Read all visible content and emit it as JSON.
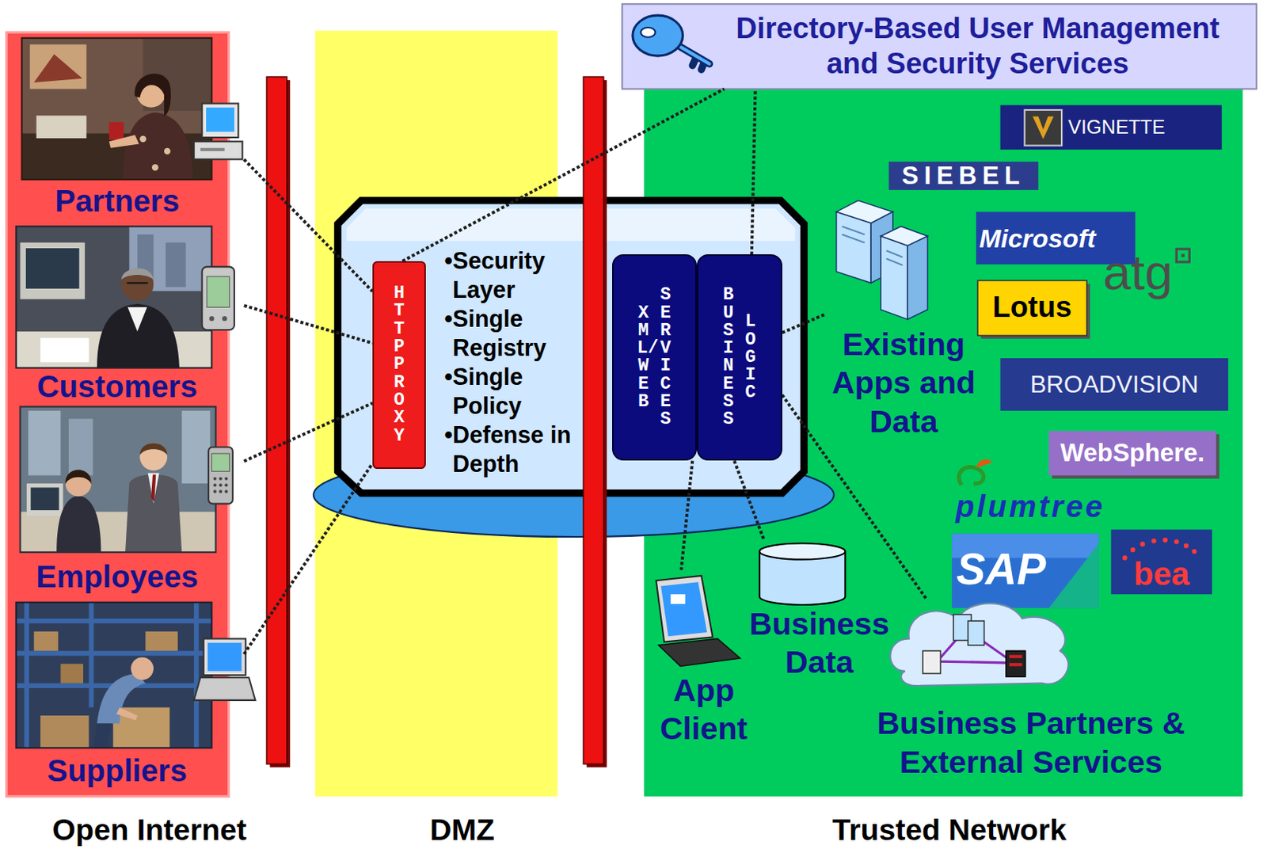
{
  "diagram": {
    "nodes": [
      {
        "text": [
          "Open Internet"
        ]
      },
      {
        "text": [
          "Partners"
        ],
        "in": 0
      },
      {
        "text": [
          "Customers"
        ],
        "in": 0
      },
      {
        "text": [
          "Employees"
        ],
        "in": 0
      },
      {
        "text": [
          "Suppliers"
        ],
        "in": 0
      },
      {
        "text": [
          "DMZ"
        ]
      },
      {
        "text": [
          "•Security Layer",
          "•Single Registry",
          "•Single Policy",
          "•Defense in Depth"
        ]
      },
      {
        "text": [
          "HTTP PROXY"
        ],
        "in": 6
      },
      {
        "text": [
          "XML/WEB",
          "SERVICES"
        ],
        "in": 6
      },
      {
        "text": [
          "BUSINESS",
          "LOGIC"
        ],
        "in": 6
      },
      {
        "text": [
          "Trusted Network"
        ]
      },
      {
        "text": [
          "Directory-Based User Management and Security Services"
        ]
      },
      {
        "text": [
          "Existing Apps and Data"
        ],
        "in": 10
      },
      {
        "text": [
          "App Client"
        ],
        "in": 10
      },
      {
        "text": [
          "Business Data"
        ],
        "in": 10
      },
      {
        "text": [
          "Business Partners & External Services"
        ],
        "in": 10
      }
    ],
    "edges": [
      {
        "from": 1,
        "to": 7,
        "arrow": "none"
      },
      {
        "from": 2,
        "to": 7,
        "arrow": "none"
      },
      {
        "from": 3,
        "to": 7,
        "arrow": "none"
      },
      {
        "from": 4,
        "to": 7,
        "arrow": "none"
      },
      {
        "from": 7,
        "to": 11,
        "arrow": "none"
      },
      {
        "from": 9,
        "to": 11,
        "arrow": "none"
      },
      {
        "from": 9,
        "to": 12,
        "arrow": "none"
      },
      {
        "from": 8,
        "to": 13,
        "arrow": "none"
      },
      {
        "from": 9,
        "to": 14,
        "arrow": "none"
      },
      {
        "from": 9,
        "to": 15,
        "arrow": "none"
      }
    ],
    "labels": [
      "VIGNETTE",
      "SIEBEL",
      "Microsoft",
      "atg",
      "Lotus",
      "BROADVISION",
      "WebSphere.",
      "plumtree",
      "SAP",
      "bea"
    ]
  }
}
